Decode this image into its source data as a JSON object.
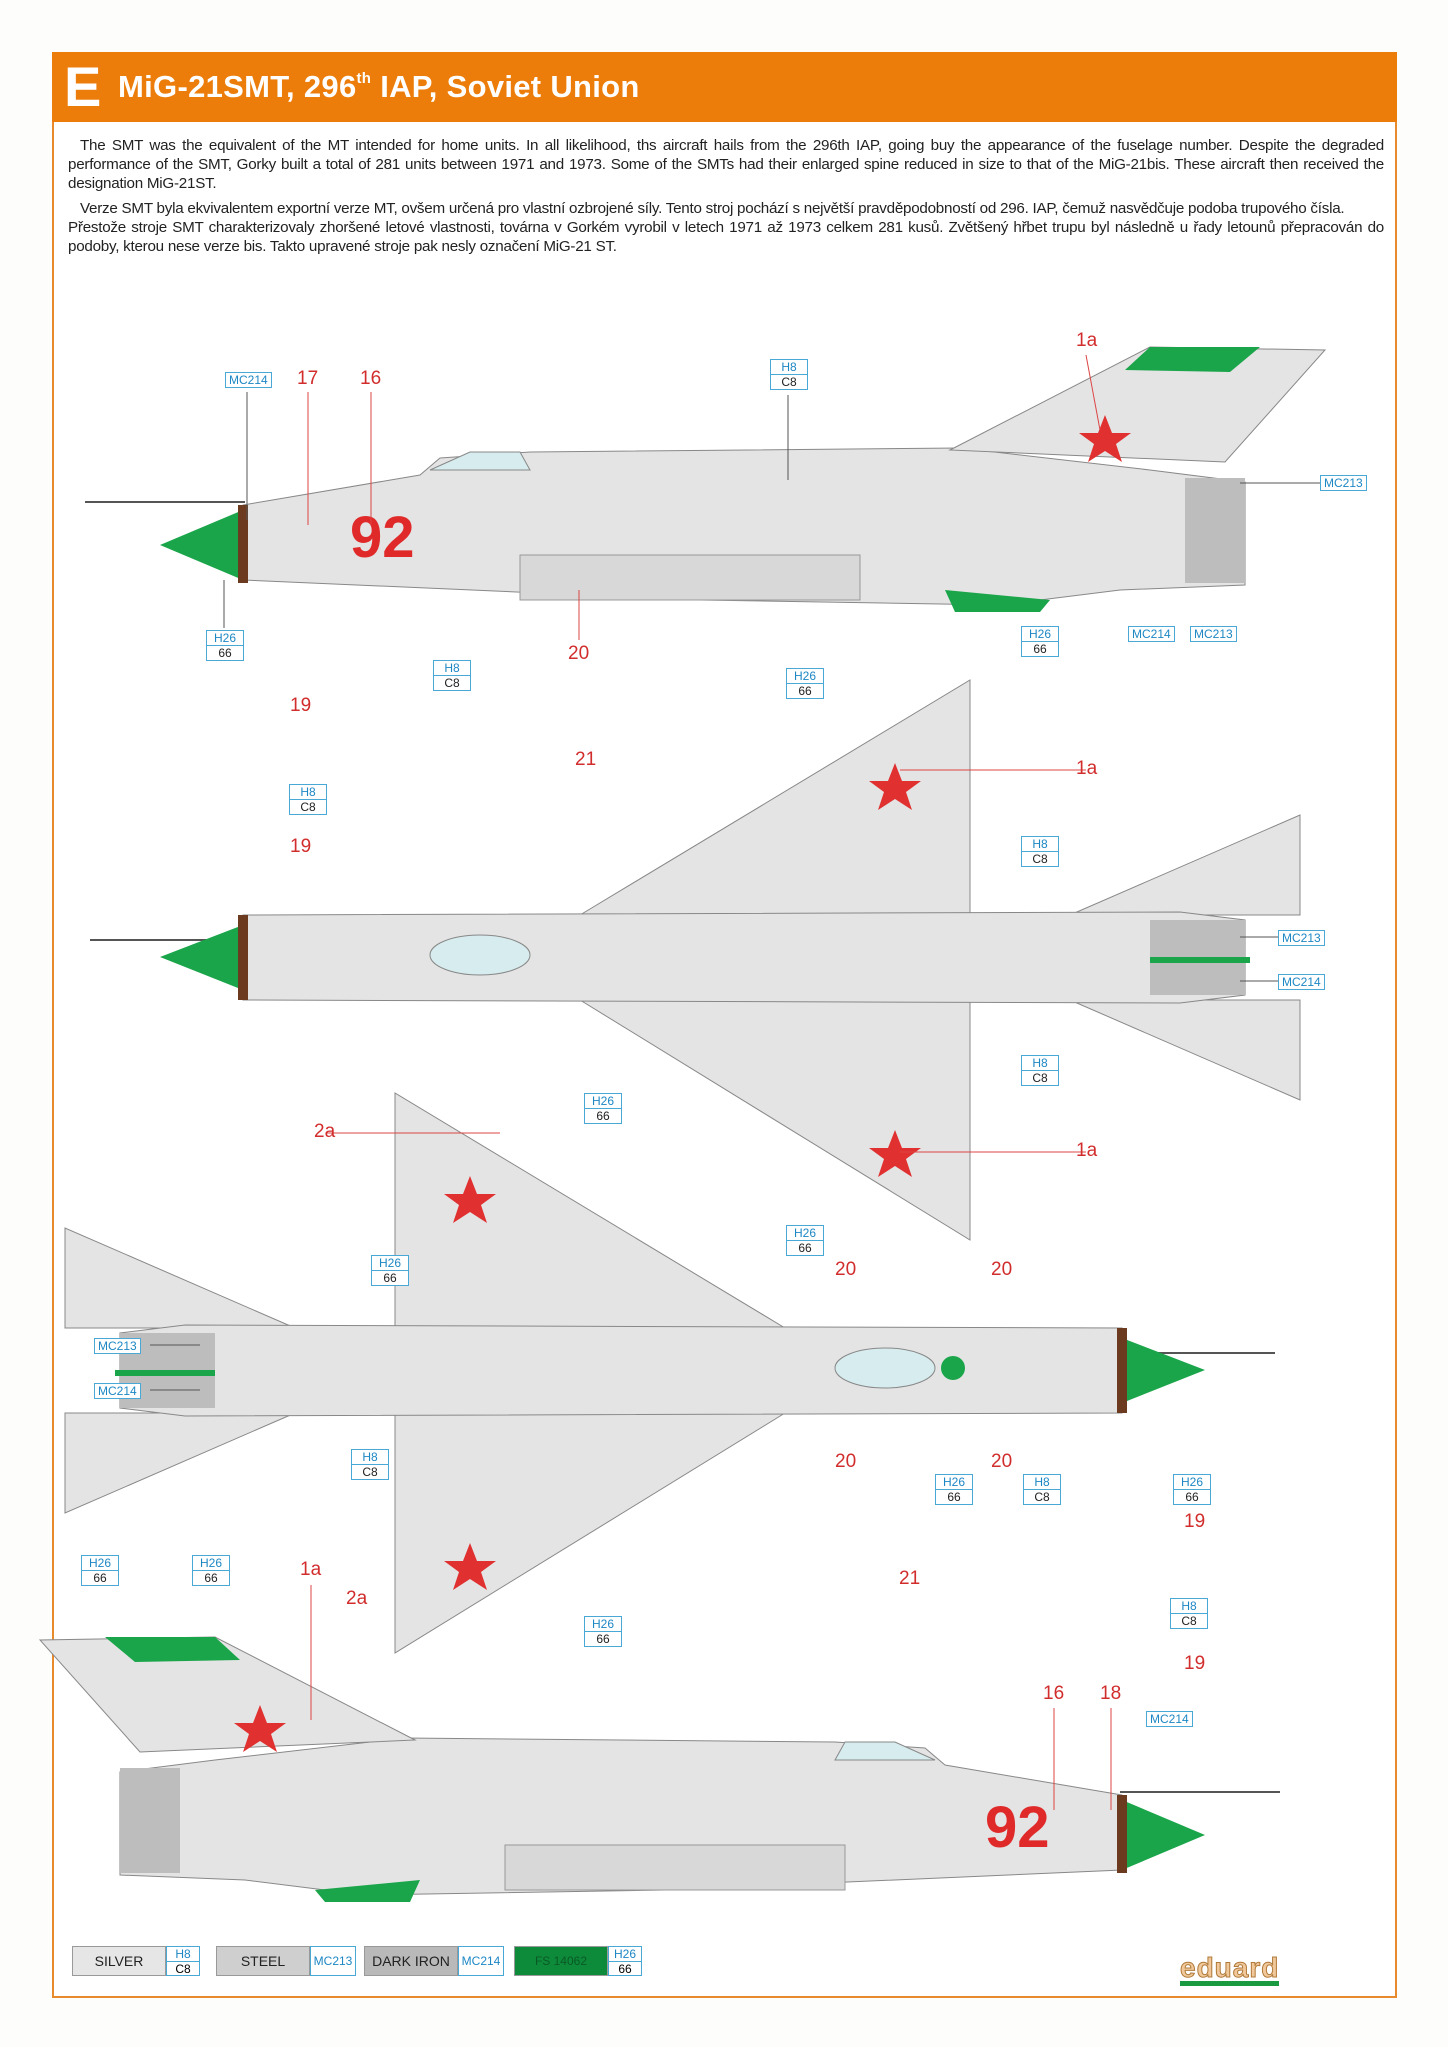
{
  "header": {
    "letter": "E",
    "title": "MiG-21SMT, 296",
    "title_sup": "th",
    "title_rest": " IAP, Soviet Union"
  },
  "text": {
    "en": "The SMT was the equivalent of the MT intended for home units. In all likelihood, ths aircraft hails from the 296th IAP, going buy the appearance of the fuselage number. Despite the degraded performance of the SMT, Gorky built a total of 281 units between 1971 and 1973. Some of the SMTs had their enlarged spine reduced in size to that of the MiG-21bis. These aircraft then received the designation MiG-21ST.",
    "cz1": "Verze SMT byla ekvivalentem exportní verze MT, ovšem určená pro vlastní ozbrojené síly. Tento stroj pochází s největší pravděpodobností od 296. IAP, čemuž nasvědčuje podoba trupového čísla.",
    "cz2": "Přestože stroje SMT charakterizovaly zhoršené letové vlastnosti, továrna v Gorkém vyrobil v letech 1971 až 1973 celkem 281 kusů. Zvětšený hřbet trupu byl následně u řady letounů přepracován do podoby, kterou nese verze bis. Takto upravené stroje pak nesly označení MiG-21 ST."
  },
  "codes": {
    "silver": {
      "top": "H8",
      "bottom": "C8"
    },
    "green": {
      "top": "H26",
      "bottom": "66"
    },
    "steel": "MC213",
    "dark_iron": "MC214"
  },
  "markers": {
    "n16": "16",
    "n17": "17",
    "n18": "18",
    "n19": "19",
    "n20": "20",
    "n21": "21",
    "n1a": "1a",
    "n2a": "2a"
  },
  "fuselage_number": "92",
  "legend": [
    {
      "label": "SILVER",
      "color": "#e6e6e6",
      "codes": [
        "H8",
        "C8"
      ]
    },
    {
      "label": "STEEL",
      "color": "#cfcfcf",
      "codes": [
        "MC213"
      ]
    },
    {
      "label": "DARK IRON",
      "color": "#b9b9b9",
      "codes": [
        "MC214"
      ]
    },
    {
      "label": "FS 14062",
      "color": "#0d8a3a",
      "codes": [
        "H26",
        "66"
      ]
    }
  ],
  "logo": "eduard"
}
